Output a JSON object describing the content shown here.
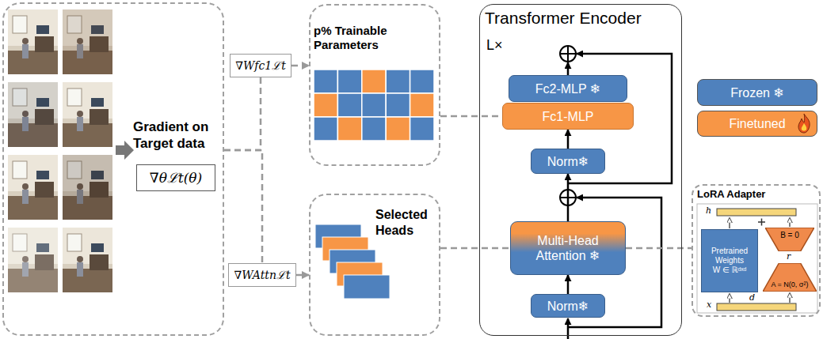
{
  "diagram": {
    "nodes": [
      {
        "text": [
          "Gradient on Target data"
        ]
      },
      {
        "text": [
          "∇θℒt(θ)"
        ],
        "in": 0
      },
      {
        "text": [
          "∇Wfc1ℒt"
        ]
      },
      {
        "text": [
          "∇WAttnℒt"
        ]
      },
      {
        "text": [
          "p% Trainable Parameters"
        ]
      },
      {
        "text": [
          "Selected Heads"
        ]
      },
      {
        "text": [
          "Transformer Encoder",
          "L×"
        ]
      },
      {
        "text": [
          "Fc2-MLP ❄"
        ],
        "in": 6
      },
      {
        "text": [
          "Fc1-MLP"
        ],
        "in": 6
      },
      {
        "text": [
          "Norm❄"
        ],
        "in": 6
      },
      {
        "text": [
          "Multi-Head Attention ❄"
        ],
        "in": 6
      },
      {
        "text": [
          "Norm❄"
        ],
        "in": 6
      },
      {
        "text": [
          "LoRA Adapter"
        ]
      },
      {
        "text": [
          "Pretrained Weights",
          "W ∈ ℝᵈˣᵈ"
        ],
        "in": 12
      },
      {
        "text": [
          "B = 0"
        ],
        "in": 12
      },
      {
        "text": [
          "A = N(0, σ²)"
        ],
        "in": 12
      }
    ],
    "edges": [
      {
        "from": 0,
        "to": 2,
        "arrow": "none"
      },
      {
        "from": 2,
        "to": 4,
        "arrow": "to"
      },
      {
        "from": 0,
        "to": 3,
        "arrow": "none"
      },
      {
        "from": 3,
        "to": 5,
        "arrow": "to"
      },
      {
        "from": 4,
        "to": 8,
        "arrow": "none"
      },
      {
        "from": 5,
        "to": 10,
        "arrow": "none"
      },
      {
        "from": 10,
        "to": 12,
        "arrow": "none"
      },
      {
        "from": 11,
        "to": 10,
        "arrow": "to"
      },
      {
        "from": 10,
        "to": 9,
        "arrow": "to"
      },
      {
        "from": 9,
        "to": 8,
        "arrow": "to"
      }
    ],
    "labels": [
      "h",
      "r",
      "d",
      "x"
    ],
    "legend": [
      {
        "text": "Frozen ❄",
        "color": "#4f81bd"
      },
      {
        "text": "Finetuned",
        "color": "#f79646"
      }
    ]
  }
}
